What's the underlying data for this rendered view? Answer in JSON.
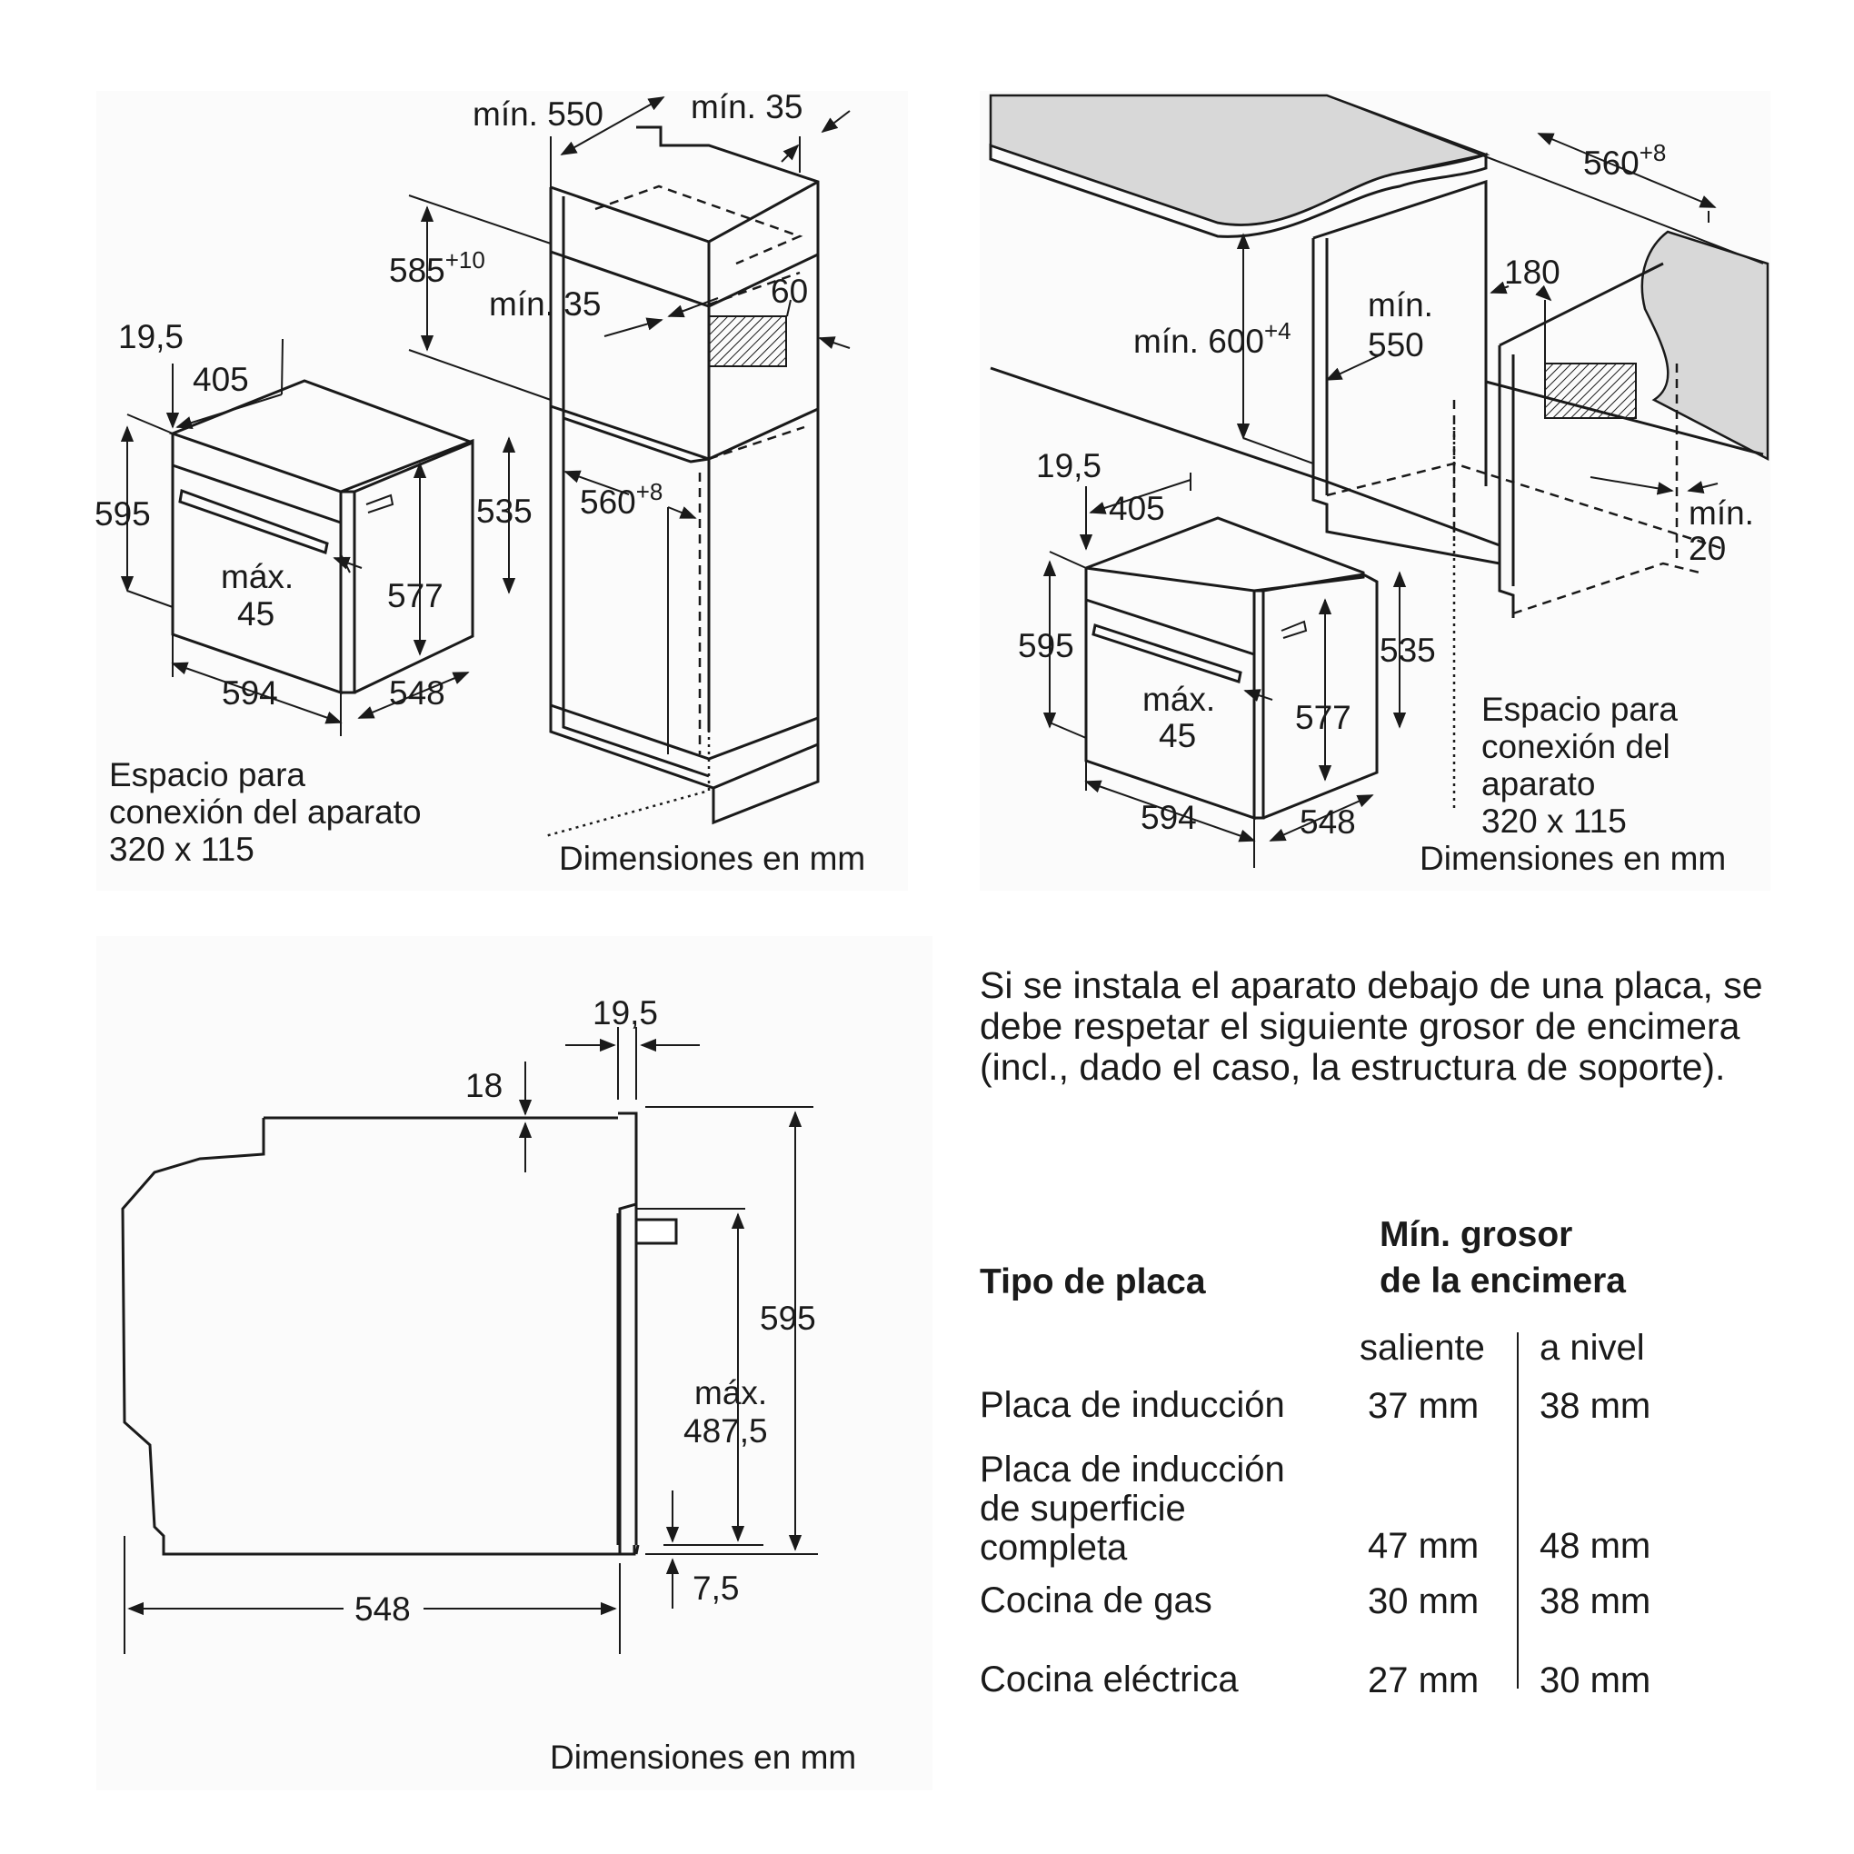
{
  "panel_tall_cabinet": {
    "caption": "Dimensiones en mm",
    "connection_note": [
      "Espacio para",
      "conexión del aparato",
      "320 x 115"
    ],
    "oven": {
      "d_19_5": "19,5",
      "d_405": "405",
      "d_595": "595",
      "d_535": "535",
      "d_577": "577",
      "d_max": "máx.",
      "d_45": "45",
      "d_594": "594",
      "d_548": "548"
    },
    "cabinet": {
      "d_min550": "mín. 550",
      "d_min35_top": "mín. 35",
      "d_585": "585",
      "d_585_sup": "+10",
      "d_min35": "mín. 35",
      "d_60": "60",
      "d_560": "560",
      "d_560_sup": "+8"
    }
  },
  "panel_under_counter": {
    "caption": "Dimensiones en mm",
    "connection_note": [
      "Espacio para",
      "conexión del",
      "aparato",
      "320 x 115"
    ],
    "d_560": "560",
    "d_560_sup": "+8",
    "d_180": "180",
    "d_min_label": "mín.",
    "d_550": "550",
    "d_min600": "mín. 600",
    "d_min600_sup": "+4",
    "d_min20": [
      "mín.",
      "20"
    ],
    "oven": {
      "d_19_5": "19,5",
      "d_405": "405",
      "d_595": "595",
      "d_535": "535",
      "d_577": "577",
      "d_max": "máx.",
      "d_45": "45",
      "d_594": "594",
      "d_548": "548"
    }
  },
  "panel_side": {
    "caption": "Dimensiones en mm",
    "d_19_5": "19,5",
    "d_18": "18",
    "d_595": "595",
    "d_max": "máx.",
    "d_487_5": "487,5",
    "d_7_5": "7,5",
    "d_548": "548"
  },
  "note": "Si se instala el aparato debajo de una placa, se debe respetar el siguiente grosor de encimera (incl., dado el caso, la estructura de soporte).",
  "table": {
    "header_type": "Tipo de placa",
    "header_min": [
      "Mín. grosor",
      "de la encimera"
    ],
    "col_saliente": "saliente",
    "col_nivel": "a nivel",
    "rows": [
      {
        "type": "Placa de inducción",
        "saliente": "37 mm",
        "nivel": "38 mm"
      },
      {
        "type": [
          "Placa de inducción",
          "de superficie",
          "completa"
        ],
        "saliente": "47 mm",
        "nivel": "48 mm"
      },
      {
        "type": "Cocina de gas",
        "saliente": "30 mm",
        "nivel": "38 mm"
      },
      {
        "type": "Cocina eléctrica",
        "saliente": "27 mm",
        "nivel": "30 mm"
      }
    ]
  }
}
